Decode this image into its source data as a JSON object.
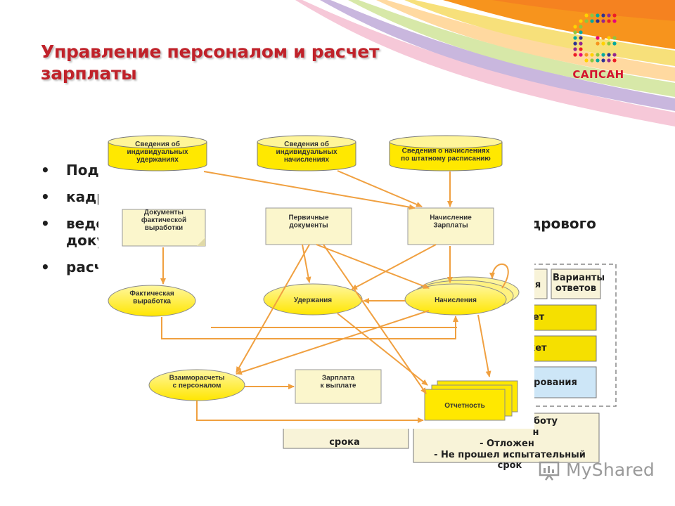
{
  "slide": {
    "title": "Управление персоналом и расчет зарплаты",
    "logo_text": "САПСАН",
    "bullets": [
      "Под",
      "кадр",
      "веде",
      "кадрового",
      "доку",
      "расч"
    ],
    "watermark": "MyShared"
  },
  "background_panel": {
    "items": [
      "я",
      "Варианты ответов",
      "ет",
      "кет",
      "рования",
      "боту",
      "н",
      "- Отложен",
      "- Не прошел испытательный срок",
      "срока"
    ]
  },
  "diagram": {
    "nodes": {
      "db1": "Сведения об индивидуальных удержаниях",
      "db2": "Сведения об индивидуальных начислениях",
      "db3": "Сведения о начислениях по штатному расписанию",
      "doc1": "Документы фактической выработки",
      "doc2": "Первичные документы",
      "doc3": "Начисление Зарплаты",
      "e1": "Фактическая выработка",
      "e2": "Удержания",
      "e3": "Начисления",
      "e4": "Взаиморасчеты с персоналом",
      "doc4": "Зарплата к выплате",
      "rep": "Отчетность"
    }
  },
  "colors": {
    "title": "#c0222a",
    "yellow": "#ffe800",
    "doc_fill": "#fbf6cc",
    "arrow": "#f0a040",
    "panel_yellow": "#f5e000",
    "panel_blue": "#cde6f7"
  }
}
